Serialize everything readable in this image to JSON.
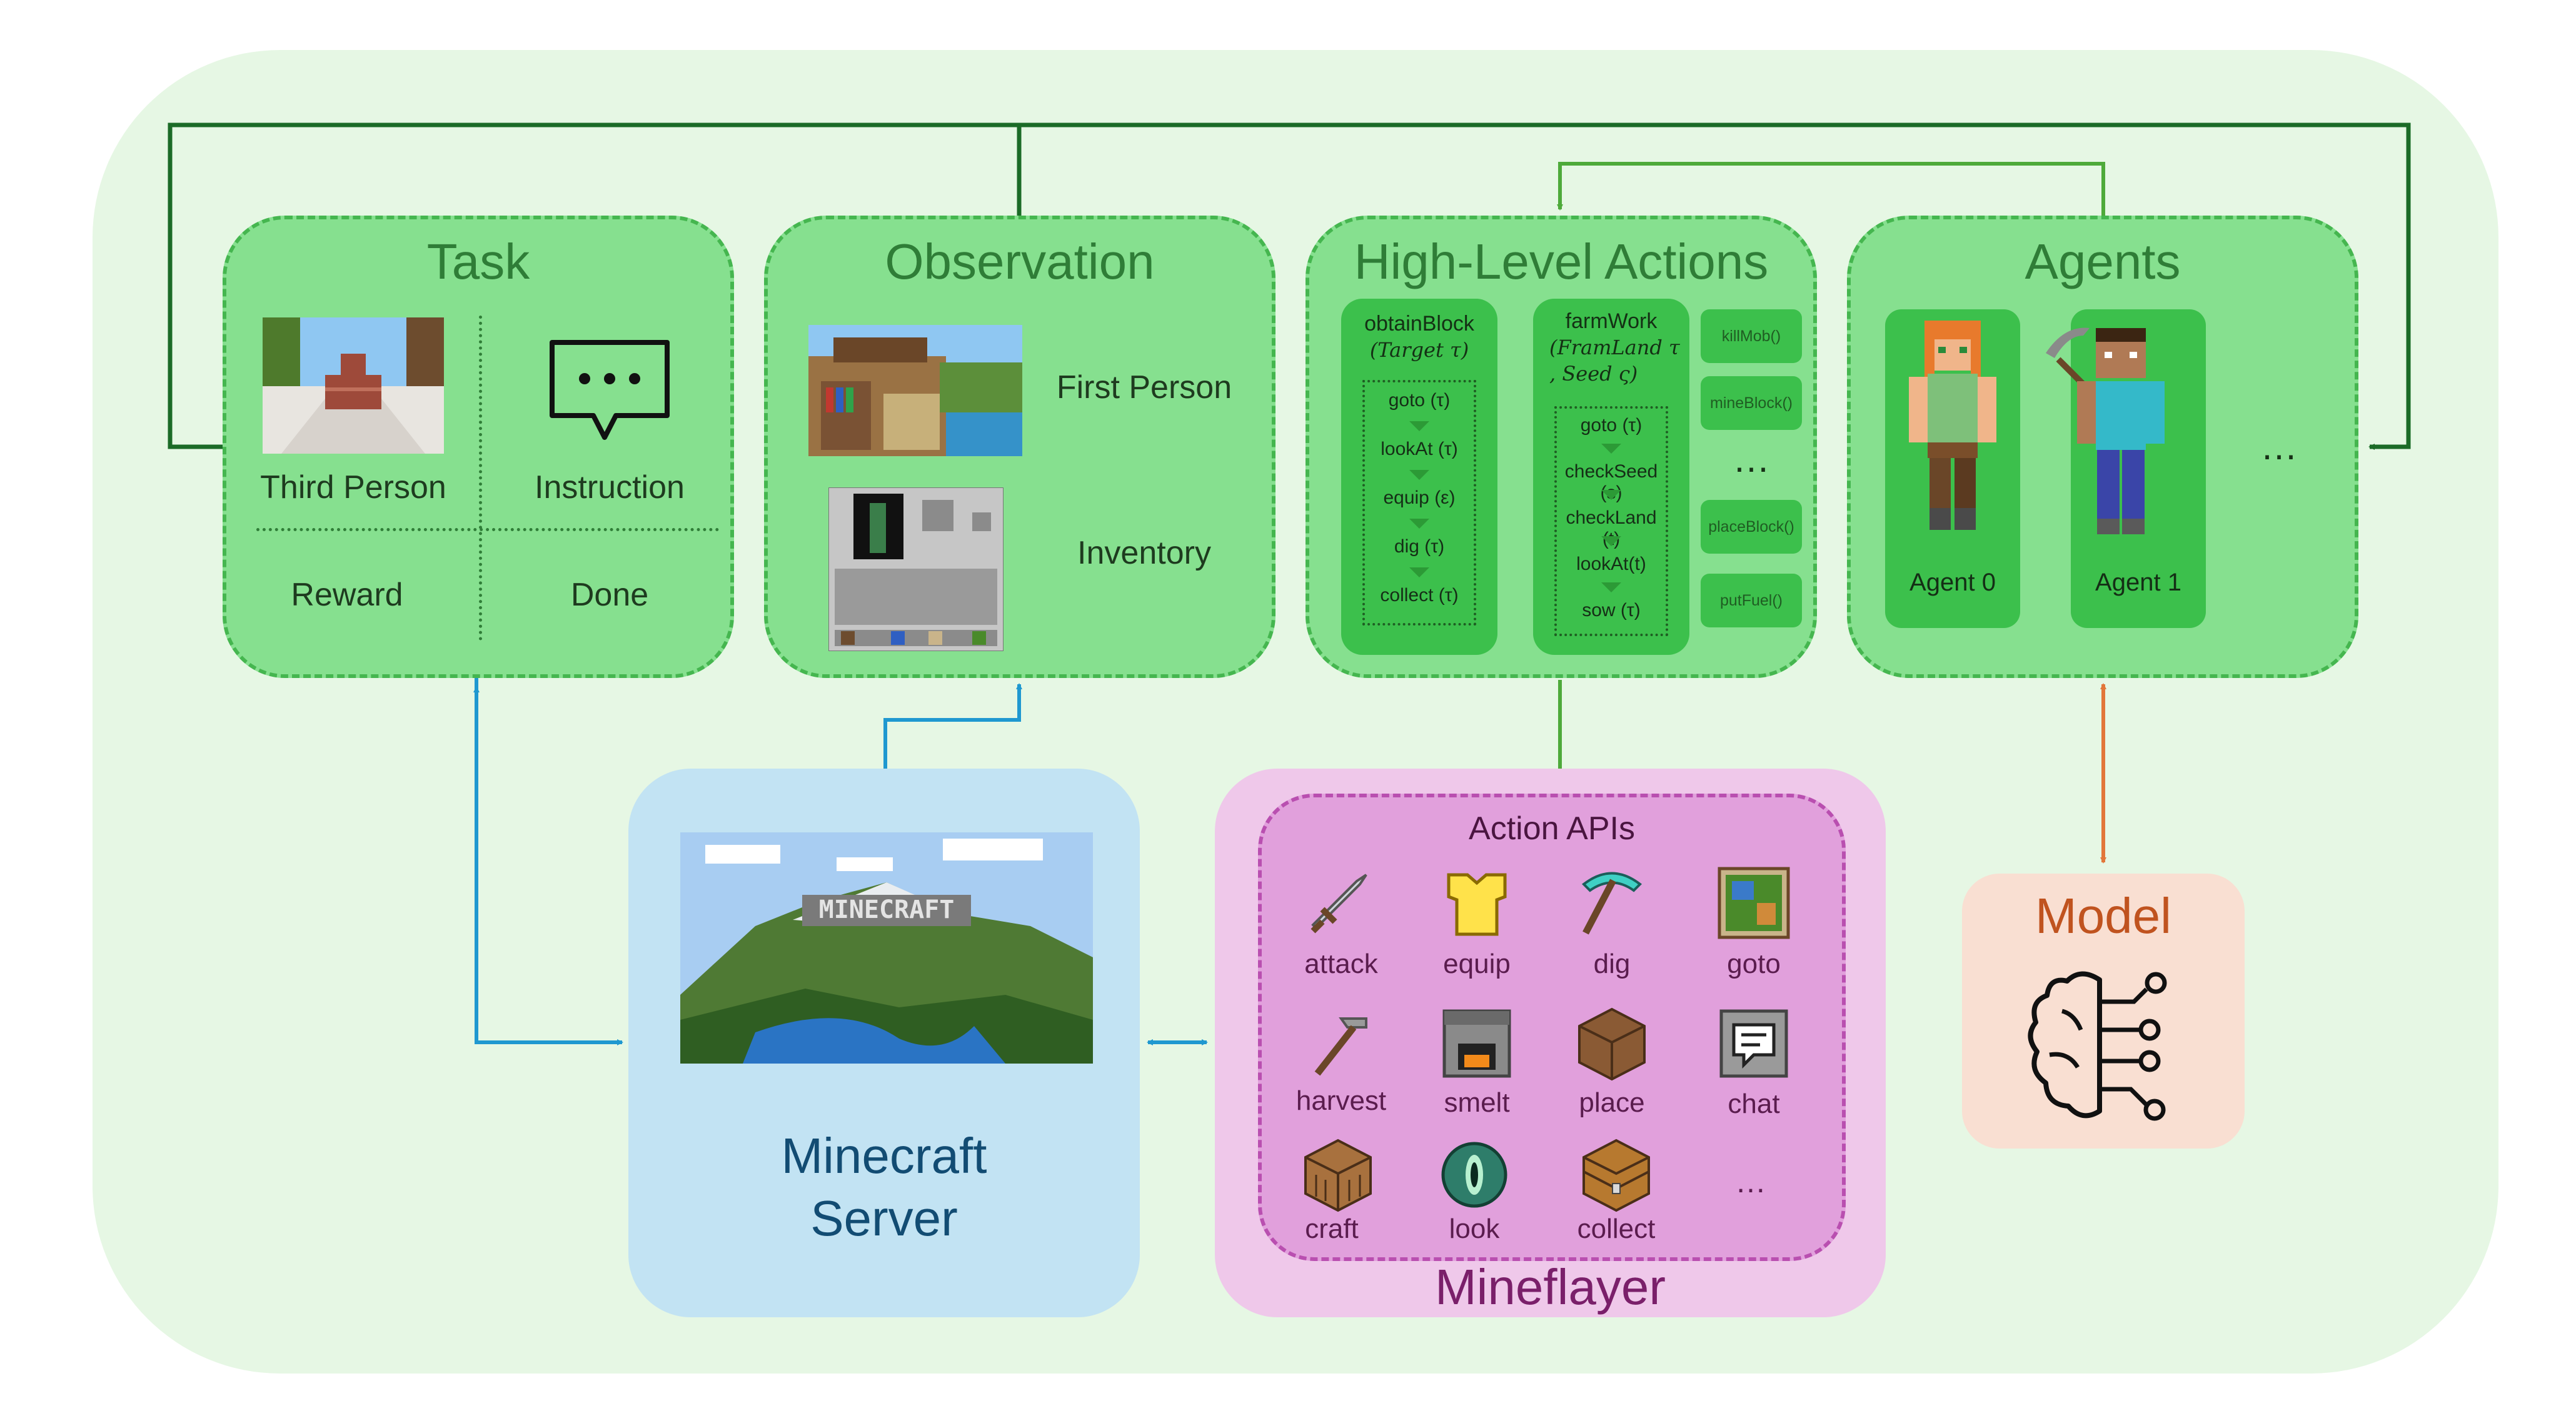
{
  "task": {
    "title": "Task",
    "third_person": "Third Person",
    "instruction": "Instruction",
    "reward": "Reward",
    "done": "Done"
  },
  "observation": {
    "title": "Observation",
    "first_person": "First Person",
    "inventory": "Inventory"
  },
  "high_level_actions": {
    "title": "High-Level Actions",
    "obtain_block": {
      "name": "obtainBlock",
      "args": "(Target τ)",
      "steps": [
        "goto (τ)",
        "lookAt (τ)",
        "equip (ε)",
        "dig (τ)",
        "collect (τ)"
      ]
    },
    "farm_work": {
      "name": "farmWork",
      "args_line1": "(FramLand τ",
      "args_line2": ", Seed ς)",
      "steps": [
        "goto (τ)",
        "checkSeed (s)",
        "checkLand (t)",
        "lookAt(t)",
        "sow (τ)"
      ]
    },
    "ellipsis": "…",
    "buttons": [
      "killMob()",
      "mineBlock()",
      "placeBlock()",
      "putFuel()"
    ]
  },
  "agents": {
    "title": "Agents",
    "agent0": "Agent 0",
    "agent1": "Agent 1",
    "ellipsis": "…"
  },
  "model": {
    "title": "Model"
  },
  "server": {
    "line1": "Minecraft",
    "line2": "Server",
    "logo": "MINECRAFT"
  },
  "mineflayer": {
    "title": "Mineflayer",
    "apis_title": "Action APIs",
    "apis": [
      "attack",
      "equip",
      "dig",
      "goto",
      "harvest",
      "smelt",
      "place",
      "chat",
      "craft",
      "look",
      "collect"
    ],
    "ellipsis": "…"
  },
  "colors": {
    "outer_bg": "#e6f7e4",
    "panel": "#86e08f",
    "panel_border": "#45b64f",
    "dark_green_line": "#1b6b27",
    "blue_line": "#1f98d0",
    "orange_line": "#e2773a",
    "server_bg": "#c2e3f3",
    "mineflayer_bg": "#efc8ea",
    "api_bg": "#e1a0dc",
    "model_bg": "#f9dfd2",
    "model_title": "#c0531f"
  }
}
